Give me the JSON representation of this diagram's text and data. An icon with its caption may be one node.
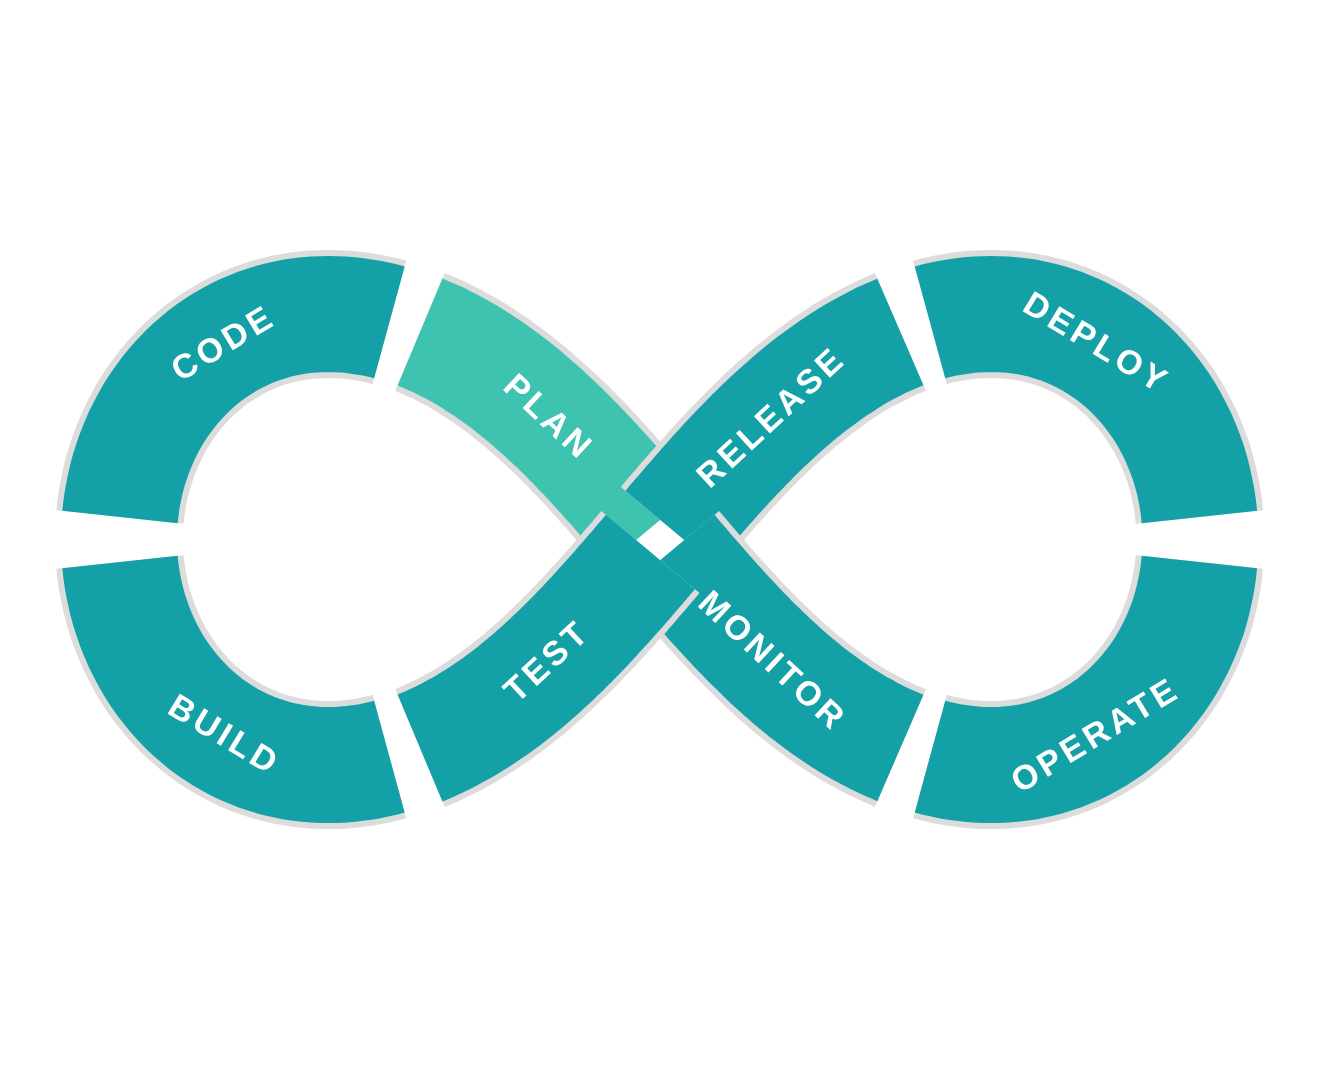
{
  "diagram": {
    "nodes": [
      {
        "text": [
          "PLAN"
        ]
      },
      {
        "text": [
          "CODE"
        ]
      },
      {
        "text": [
          "RELEASE"
        ]
      },
      {
        "text": [
          "DEPLOY"
        ]
      },
      {
        "text": [
          "BUILD"
        ]
      },
      {
        "text": [
          "TEST"
        ]
      },
      {
        "text": [
          "MONITOR"
        ]
      },
      {
        "text": [
          "OPERATE"
        ]
      }
    ]
  }
}
